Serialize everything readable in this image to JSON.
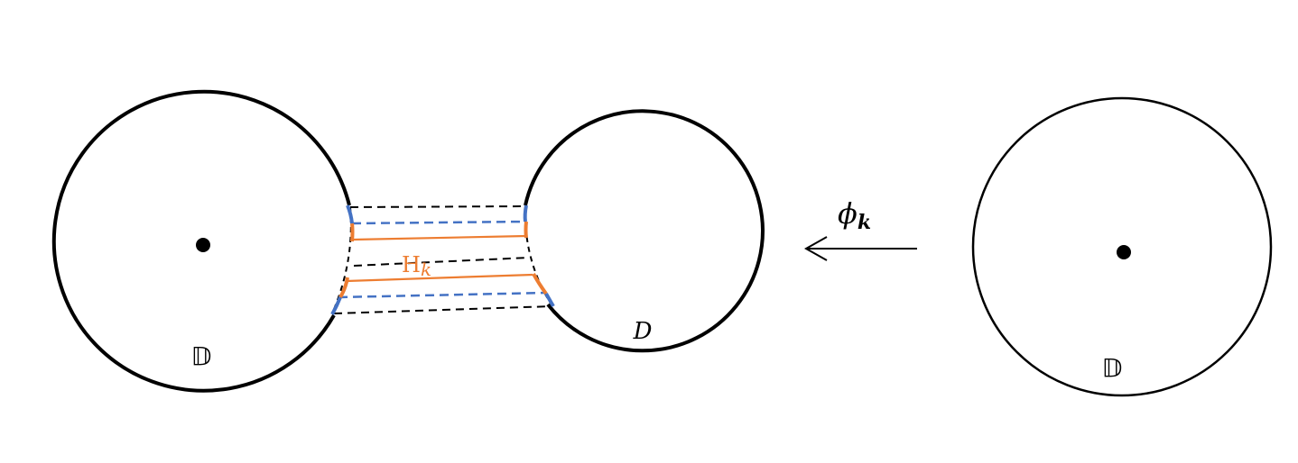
{
  "labels": {
    "left_disk": "𝔻",
    "middle_domain": "D",
    "right_disk": "𝔻",
    "strip_label": "H",
    "strip_label_sub": "k",
    "map_symbol": "ϕ",
    "map_sub": "k"
  },
  "colors": {
    "outline": "#000000",
    "orange": "#ED7D31",
    "blue": "#4472C4"
  }
}
